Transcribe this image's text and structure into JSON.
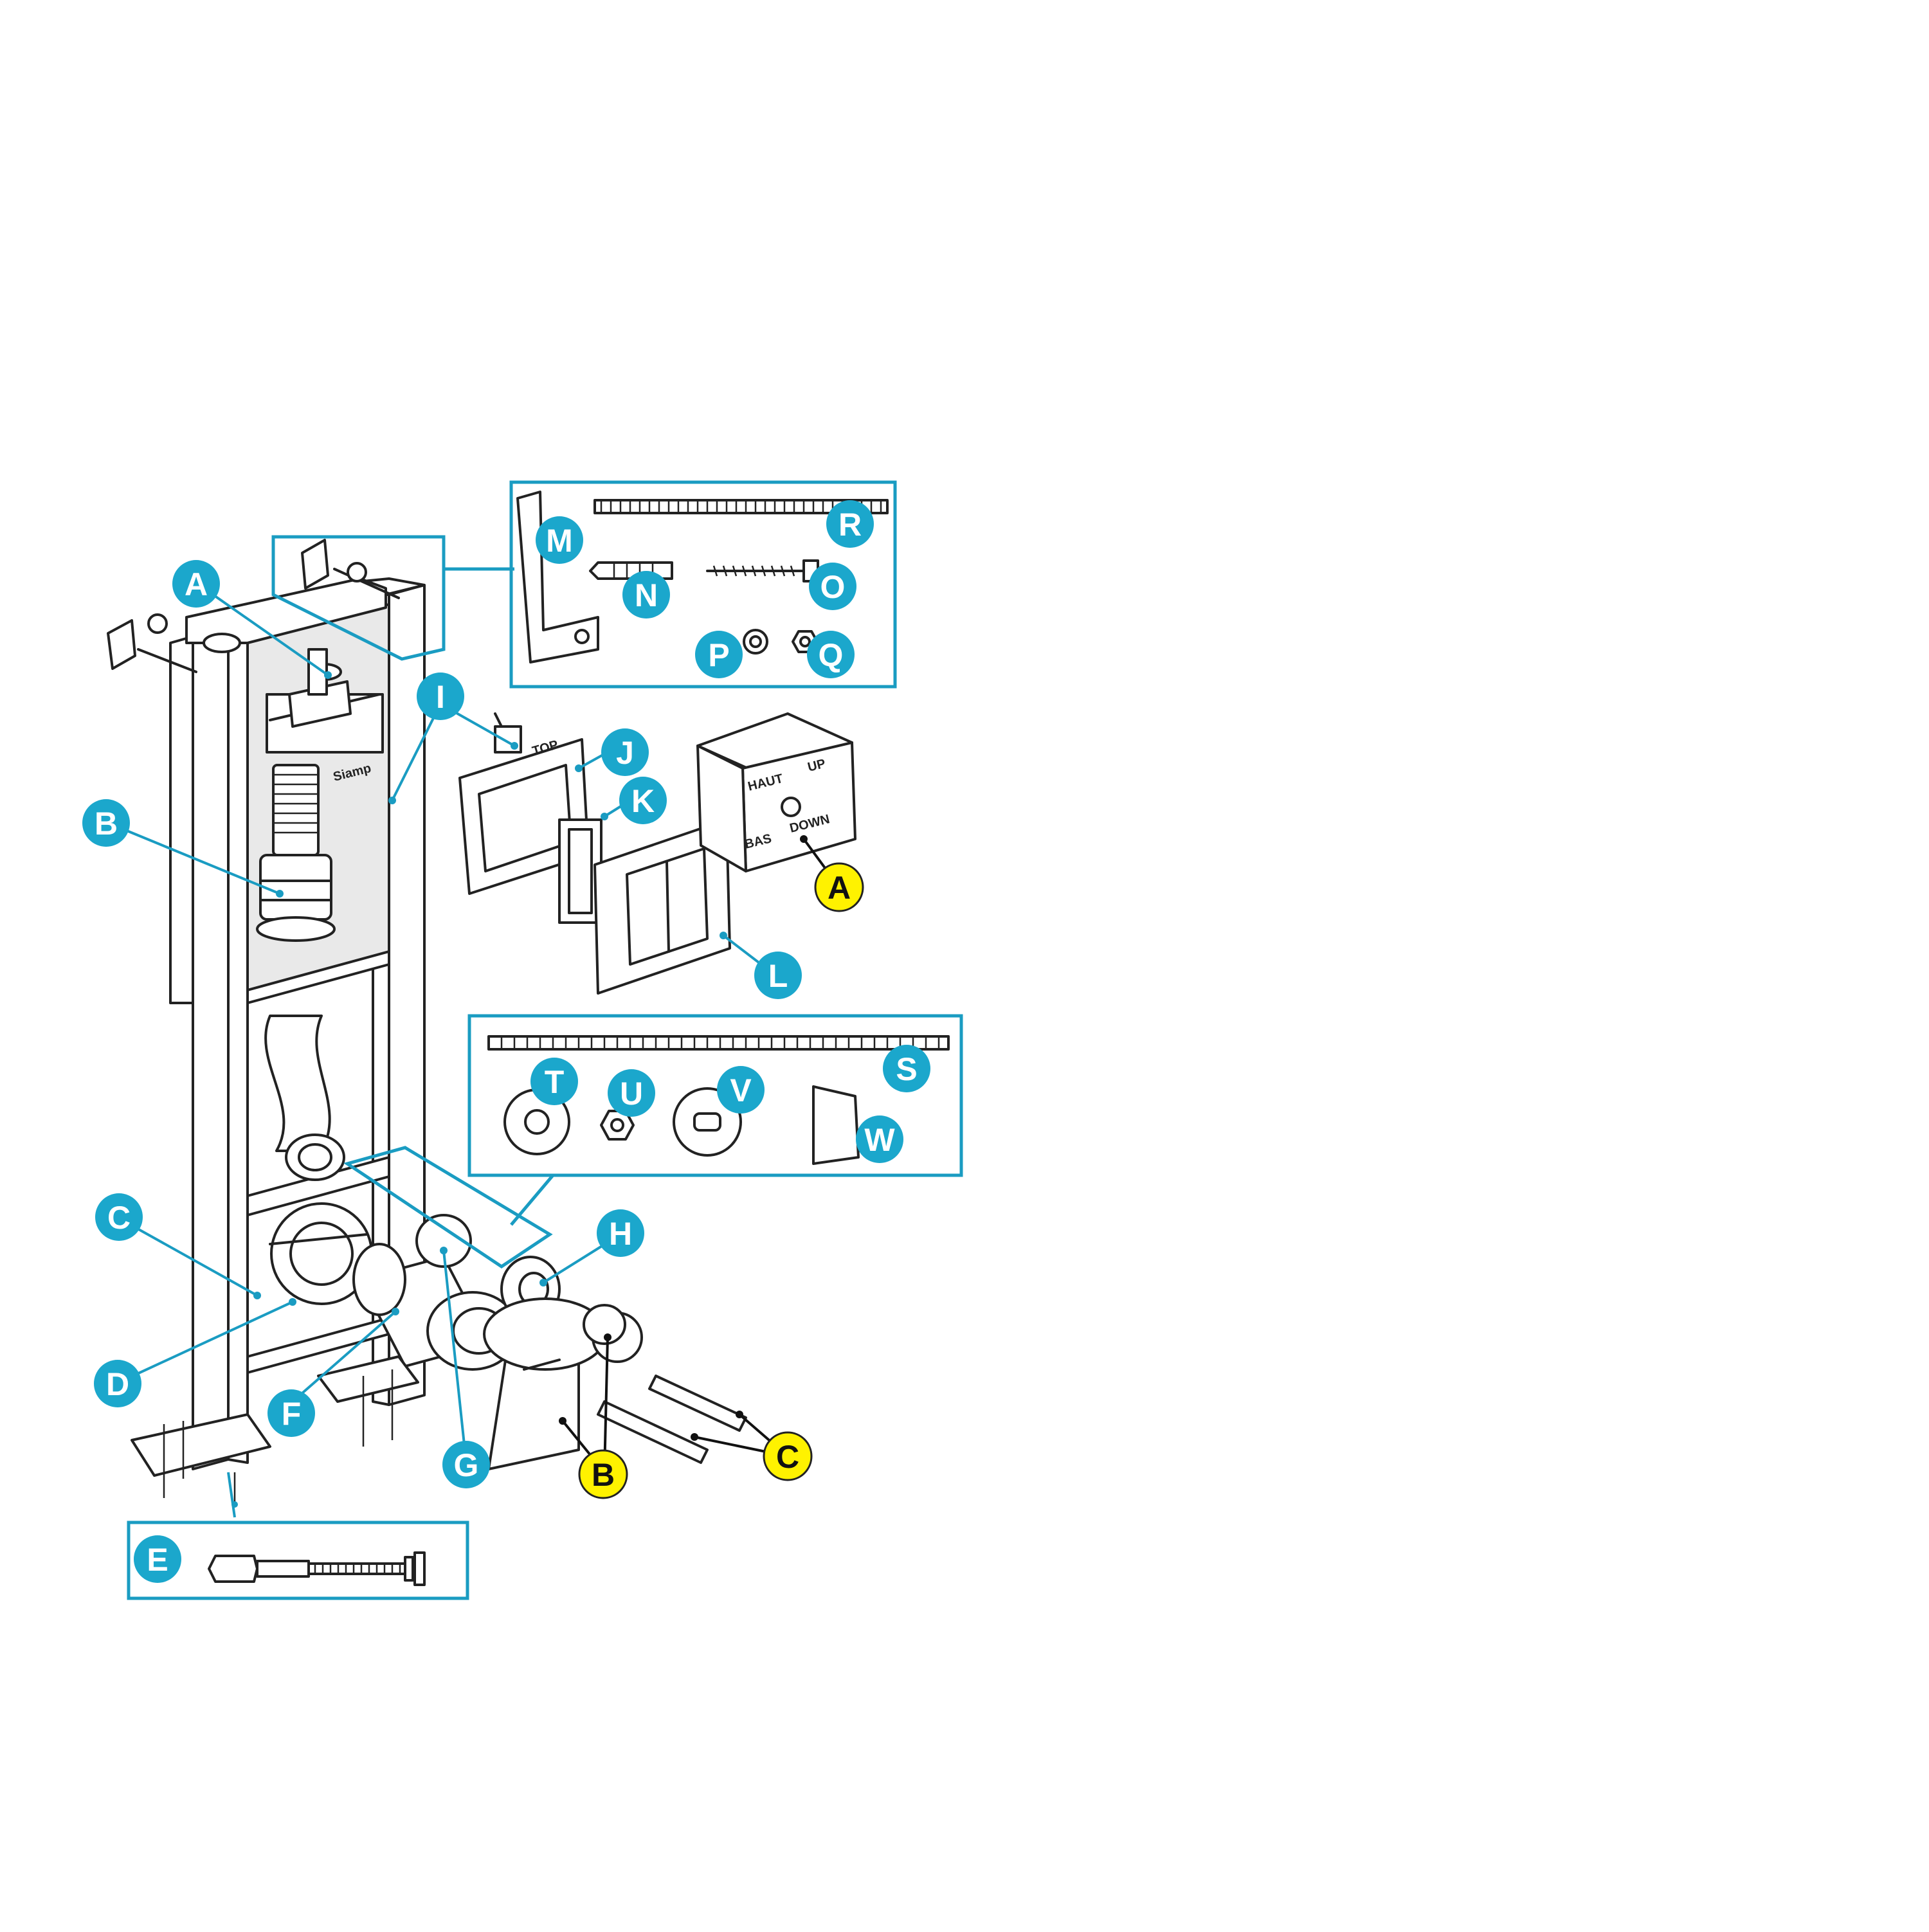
{
  "frame_labels": {
    "A": "A",
    "B": "B",
    "C": "C",
    "D": "D",
    "E": "E",
    "F": "F",
    "G": "G",
    "H": "H"
  },
  "plate_labels": {
    "I": "I",
    "J": "J",
    "K": "K",
    "L": "L"
  },
  "kit_top_labels": {
    "M": "M",
    "N": "N",
    "O": "O",
    "P": "P",
    "Q": "Q",
    "R": "R"
  },
  "kit_mid_labels": {
    "S": "S",
    "T": "T",
    "U": "U",
    "V": "V",
    "W": "W"
  },
  "extra_labels": {
    "A": "A",
    "B": "B",
    "C": "C"
  },
  "engravings": {
    "template_haut": "HAUT",
    "template_up": "UP",
    "template_bas": "BAS",
    "template_down": "DOWN",
    "cistern_brand": "Siamp",
    "plate_top": "TOP"
  },
  "colors": {
    "callout_blue": "#1ba7cc",
    "callout_yellow": "#fff200",
    "line": "#222222"
  }
}
